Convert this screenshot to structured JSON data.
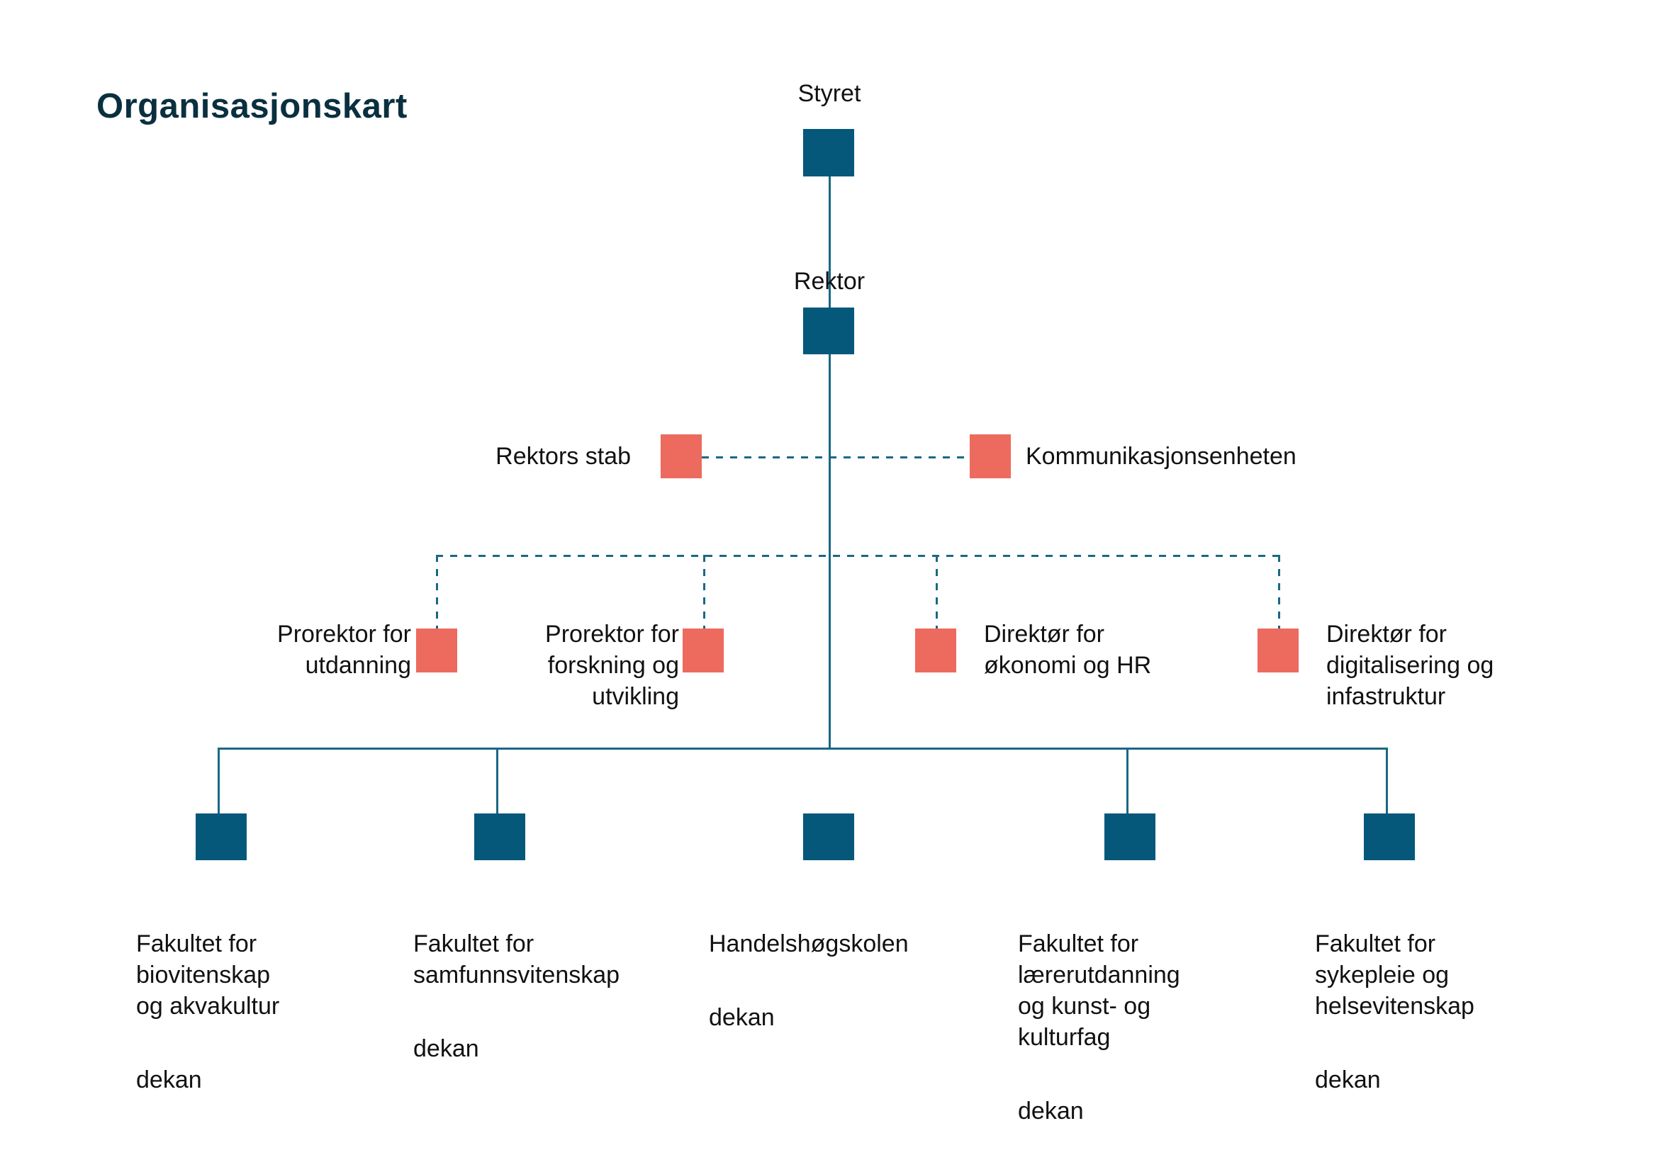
{
  "title": "Organisasjonskart",
  "colors": {
    "primary": "#05587A",
    "accent": "#ED6A5E",
    "line": "#1A6885",
    "title": "#0A3040",
    "text": "#111111",
    "background": "#FFFFFF"
  },
  "chart_data": {
    "type": "diagram",
    "diagram_kind": "organizational-chart",
    "title": "Organisasjonskart",
    "language": "no",
    "levels": [
      {
        "name": "board",
        "nodes": [
          {
            "id": "styret",
            "label": "Styret",
            "shape": "square",
            "color": "#05587A",
            "label_position": "above"
          }
        ]
      },
      {
        "name": "rector",
        "nodes": [
          {
            "id": "rektor",
            "label": "Rektor",
            "shape": "square",
            "color": "#05587A",
            "label_position": "above"
          }
        ]
      },
      {
        "name": "staff-units",
        "connector": "dashed",
        "nodes": [
          {
            "id": "rektors-stab",
            "label": "Rektors stab",
            "shape": "square",
            "color": "#ED6A5E",
            "label_position": "left"
          },
          {
            "id": "kommunikasjonsenheten",
            "label": "Kommunikasjonsenheten",
            "shape": "square",
            "color": "#ED6A5E",
            "label_position": "right"
          }
        ]
      },
      {
        "name": "prorectors-directors",
        "connector": "dashed",
        "nodes": [
          {
            "id": "prorektor-utdanning",
            "label": "Prorektor for utdanning",
            "shape": "square",
            "color": "#ED6A5E",
            "label_position": "left"
          },
          {
            "id": "prorektor-forskning",
            "label": "Prorektor for forskning og utvikling",
            "shape": "square",
            "color": "#ED6A5E",
            "label_position": "left"
          },
          {
            "id": "direktor-okonomi-hr",
            "label": "Direktør for økonomi og HR",
            "shape": "square",
            "color": "#ED6A5E",
            "label_position": "right"
          },
          {
            "id": "direktor-digitalisering",
            "label": "Direktør for digitalisering og infastruktur",
            "shape": "square",
            "color": "#ED6A5E",
            "label_position": "right"
          }
        ]
      },
      {
        "name": "faculties",
        "connector": "solid",
        "nodes": [
          {
            "id": "fak-biovitenskap",
            "label": "Fakultet for biovitenskap og akvakultur",
            "role": "dekan",
            "shape": "square",
            "color": "#05587A",
            "label_position": "below"
          },
          {
            "id": "fak-samfunnsvitenskap",
            "label": "Fakultet for samfunnsvitenskap",
            "role": "dekan",
            "shape": "square",
            "color": "#05587A",
            "label_position": "below"
          },
          {
            "id": "handelshogskolen",
            "label": "Handelshøgskolen",
            "role": "dekan",
            "shape": "square",
            "color": "#05587A",
            "label_position": "below"
          },
          {
            "id": "fak-laererutdanning",
            "label": "Fakultet for lærerutdanning og kunst- og kulturfag",
            "role": "dekan",
            "shape": "square",
            "color": "#05587A",
            "label_position": "below"
          },
          {
            "id": "fak-sykepleie",
            "label": "Fakultet for sykepleie og helsevitenskap",
            "role": "dekan",
            "shape": "square",
            "color": "#05587A",
            "label_position": "below"
          }
        ]
      }
    ]
  },
  "nodes": {
    "styret": {
      "label": "Styret"
    },
    "rektor": {
      "label": "Rektor"
    },
    "rektors_stab": {
      "label": "Rektors stab"
    },
    "kommunikasjonsenheten": {
      "label": "Kommunikasjonsenheten"
    },
    "prorektor_utdanning": {
      "label": "Prorektor for\nutdanning"
    },
    "prorektor_forskning": {
      "label": "Prorektor for\nforskning og\nutvikling"
    },
    "direktor_okonomi": {
      "label": "Direktør for\nøkonomi og HR"
    },
    "direktor_digitalisering": {
      "label": "Direktør for\ndigitalisering og\ninfastruktur"
    },
    "fakultet_biovitenskap": {
      "label": "Fakultet for\nbiovitenskap\nog akvakultur",
      "role": "dekan"
    },
    "fakultet_samfunnsvitenskap": {
      "label": "Fakultet for\nsamfunnsvitenskap",
      "role": "dekan"
    },
    "handelshogskolen": {
      "label": "Handelshøgskolen",
      "role": "dekan"
    },
    "fakultet_laererutdanning": {
      "label": "Fakultet for\nlærerutdanning\nog kunst- og\nkulturfag",
      "role": "dekan"
    },
    "fakultet_sykepleie": {
      "label": "Fakultet for\nsykepleie og\nhelsevitenskap",
      "role": "dekan"
    }
  }
}
